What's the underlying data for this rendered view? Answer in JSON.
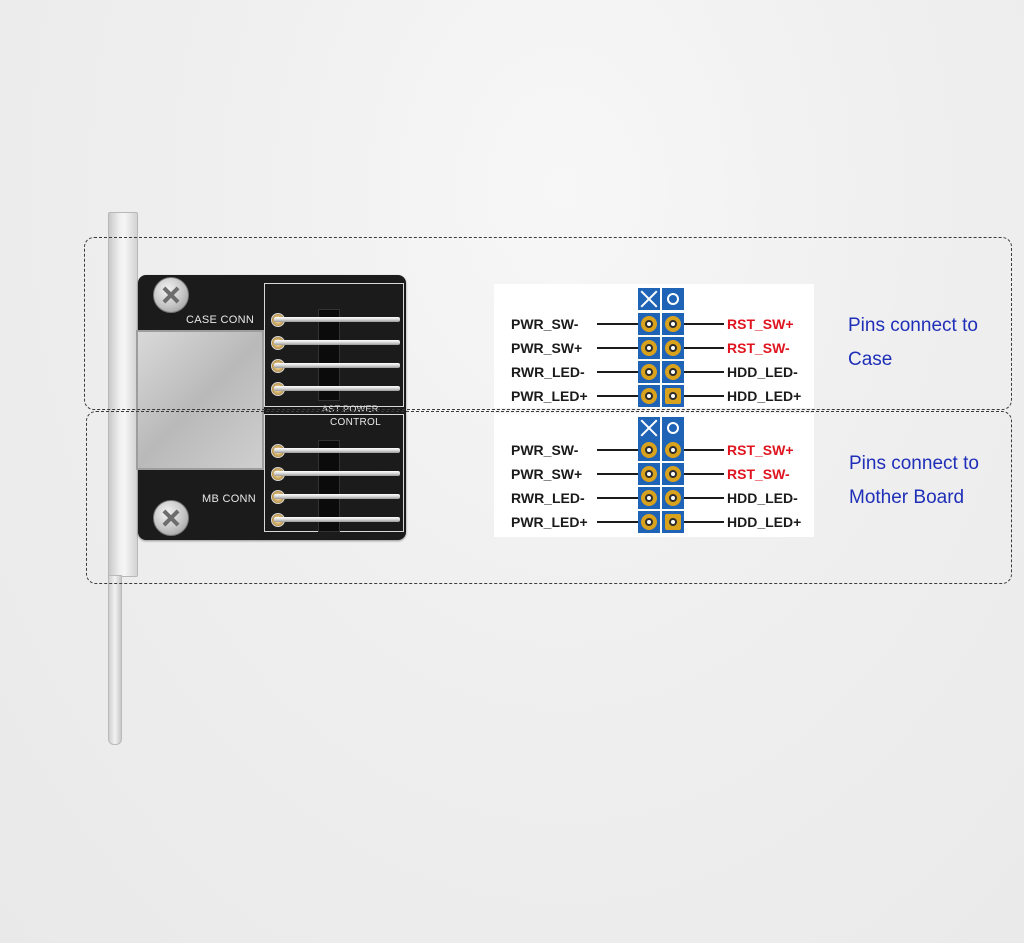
{
  "pcb": {
    "silk_top": "CASE CONN",
    "silk_mid_line1": "AST POWER",
    "silk_mid_line2": "CONTROL",
    "silk_bottom": "MB CONN"
  },
  "pinout_case": {
    "left_labels": [
      "PWR_SW-",
      "PWR_SW+",
      "RWR_LED-",
      "PWR_LED+"
    ],
    "right_labels": [
      "RST_SW+",
      "RST_SW-",
      "HDD_LED-",
      "HDD_LED+"
    ],
    "annotation_line1": "Pins connect to",
    "annotation_line2": "Case"
  },
  "pinout_mb": {
    "left_labels": [
      "PWR_SW-",
      "PWR_SW+",
      "RWR_LED-",
      "PWR_LED+"
    ],
    "right_labels": [
      "RST_SW+",
      "RST_SW-",
      "HDD_LED-",
      "HDD_LED+"
    ],
    "annotation_line1": "Pins connect to",
    "annotation_line2": "Mother Board"
  },
  "colors": {
    "accent_red": "#e0141e",
    "annotation_blue": "#1f2fb8",
    "pad_blue": "#1f63b6",
    "pad_gold": "#d8a21c"
  },
  "icons": [
    "screw-icon",
    "x-key-pin-icon",
    "circle-pin-icon"
  ]
}
